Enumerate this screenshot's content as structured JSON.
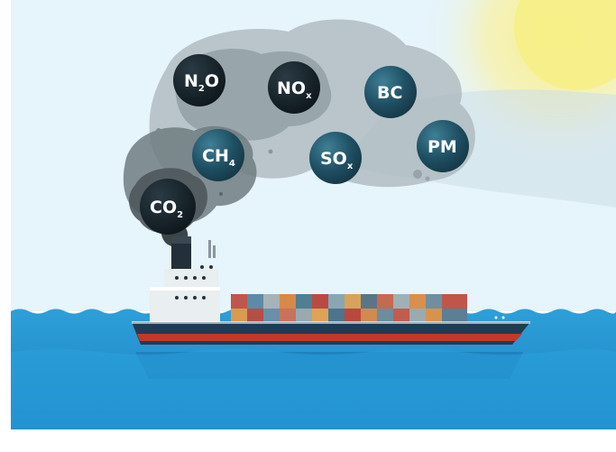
{
  "colors": {
    "sky": "#e6f4fb",
    "sun": "#f6ee8a",
    "sea": "#1f8fcc",
    "sea_light": "#35a9dd",
    "smoke": "#6f7a80",
    "ship_hull": "#1f3c55",
    "ship_stripe": "#c0392b"
  },
  "pollutants": [
    {
      "id": "n2o",
      "main": "N",
      "sub": "2",
      "tail": "O"
    },
    {
      "id": "nox",
      "main": "NO",
      "sub": "x",
      "tail": ""
    },
    {
      "id": "bc",
      "main": "BC",
      "sub": "",
      "tail": ""
    },
    {
      "id": "ch4",
      "main": "CH",
      "sub": "4",
      "tail": ""
    },
    {
      "id": "sox",
      "main": "SO",
      "sub": "x",
      "tail": ""
    },
    {
      "id": "pm",
      "main": "PM",
      "sub": "",
      "tail": ""
    },
    {
      "id": "co2",
      "main": "CO",
      "sub": "2",
      "tail": ""
    }
  ],
  "icons": [
    "sun-icon",
    "smoke-cloud-icon",
    "container-ship-icon",
    "sea-waves-icon"
  ]
}
